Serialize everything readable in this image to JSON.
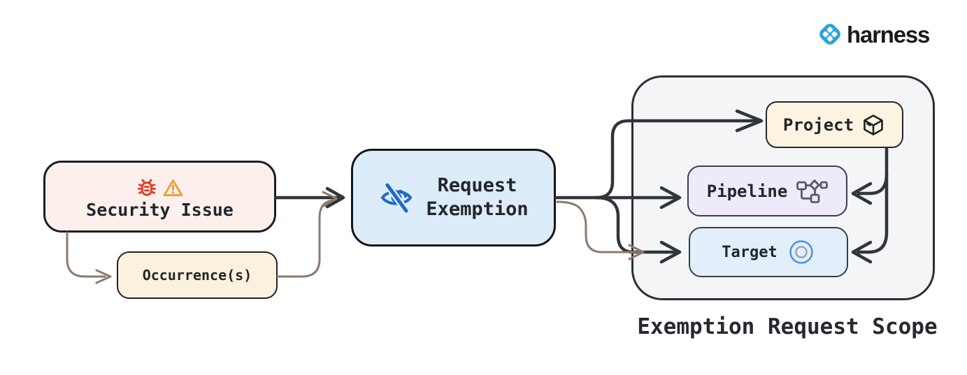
{
  "brand": {
    "name": "harness",
    "logo_icon": "harness-logo-icon",
    "logo_color": "#2aa3df"
  },
  "diagram": {
    "nodes": {
      "security_issue": {
        "label": "Security Issue",
        "icons": [
          "bug-icon",
          "warning-icon"
        ],
        "fill": "#fdf0ec"
      },
      "occurrences": {
        "label": "Occurrence(s)",
        "fill": "#fbf1dc"
      },
      "request_exemption": {
        "line1": "Request",
        "line2": "Exemption",
        "icon": "eye-off-icon",
        "fill": "#dcecf9"
      },
      "project": {
        "label": "Project",
        "icon": "package-icon",
        "fill": "#fdf3e1"
      },
      "pipeline": {
        "label": "Pipeline",
        "icon": "pipeline-icon",
        "fill": "#eeeafa"
      },
      "target": {
        "label": "Target",
        "icon": "target-icon",
        "fill": "#e2effb"
      }
    },
    "scope_group": {
      "label": "Exemption Request Scope",
      "fill": "#f3f5f7"
    },
    "edges": [
      {
        "from": "security_issue",
        "to": "request_exemption",
        "color": "dark"
      },
      {
        "from": "security_issue",
        "to": "occurrences",
        "color": "brown"
      },
      {
        "from": "occurrences",
        "to": "request_exemption",
        "color": "brown"
      },
      {
        "from": "request_exemption",
        "to": "project",
        "color": "dark"
      },
      {
        "from": "request_exemption",
        "to": "pipeline",
        "color": "dark"
      },
      {
        "from": "request_exemption",
        "to": "target",
        "color": "dark"
      },
      {
        "from": "request_exemption",
        "to": "target",
        "color": "brown"
      },
      {
        "from": "project",
        "to": "pipeline",
        "color": "dark"
      },
      {
        "from": "project",
        "to": "target",
        "color": "dark"
      }
    ],
    "colors": {
      "arrow_dark": "#30353c",
      "arrow_brown": "#8d7a6e",
      "bug_red": "#e0432e",
      "warning_orange": "#e9a23b",
      "eye_blue": "#2268c8",
      "target_ring_blue": "#4b96e8",
      "pipeline_gray": "#565b63"
    }
  }
}
